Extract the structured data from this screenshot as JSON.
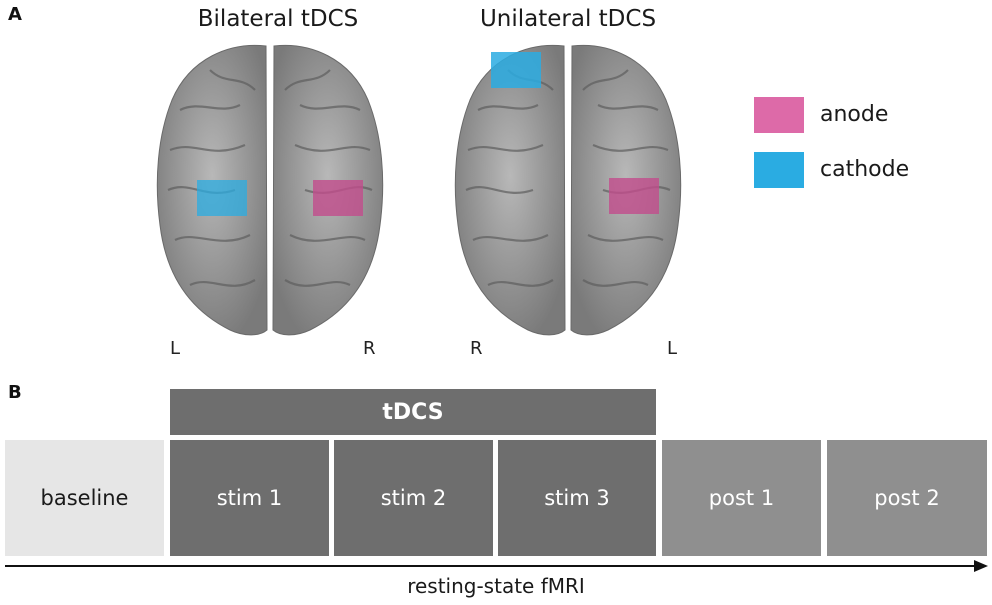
{
  "panel_a": {
    "letter": "A",
    "bilateral": {
      "title": "Bilateral tDCS",
      "left_label": "L",
      "right_label": "R"
    },
    "unilateral": {
      "title": "Unilateral tDCS",
      "left_label": "R",
      "right_label": "L"
    }
  },
  "legend": [
    {
      "label": "anode",
      "color": "#dd6aa8"
    },
    {
      "label": "cathode",
      "color": "#2aace2"
    }
  ],
  "panel_b": {
    "letter": "B",
    "tdcs_label": "tDCS",
    "blocks": [
      {
        "label": "baseline",
        "color": "#e6e6e6",
        "text_color": "#1a1a1a"
      },
      {
        "label": "stim 1",
        "color": "#6e6e6e",
        "text_color": "#ffffff"
      },
      {
        "label": "stim 2",
        "color": "#6e6e6e",
        "text_color": "#ffffff"
      },
      {
        "label": "stim 3",
        "color": "#6e6e6e",
        "text_color": "#ffffff"
      },
      {
        "label": "post 1",
        "color": "#8f8f8f",
        "text_color": "#ffffff"
      },
      {
        "label": "post 2",
        "color": "#8f8f8f",
        "text_color": "#ffffff"
      }
    ],
    "axis_label": "resting-state fMRI"
  }
}
